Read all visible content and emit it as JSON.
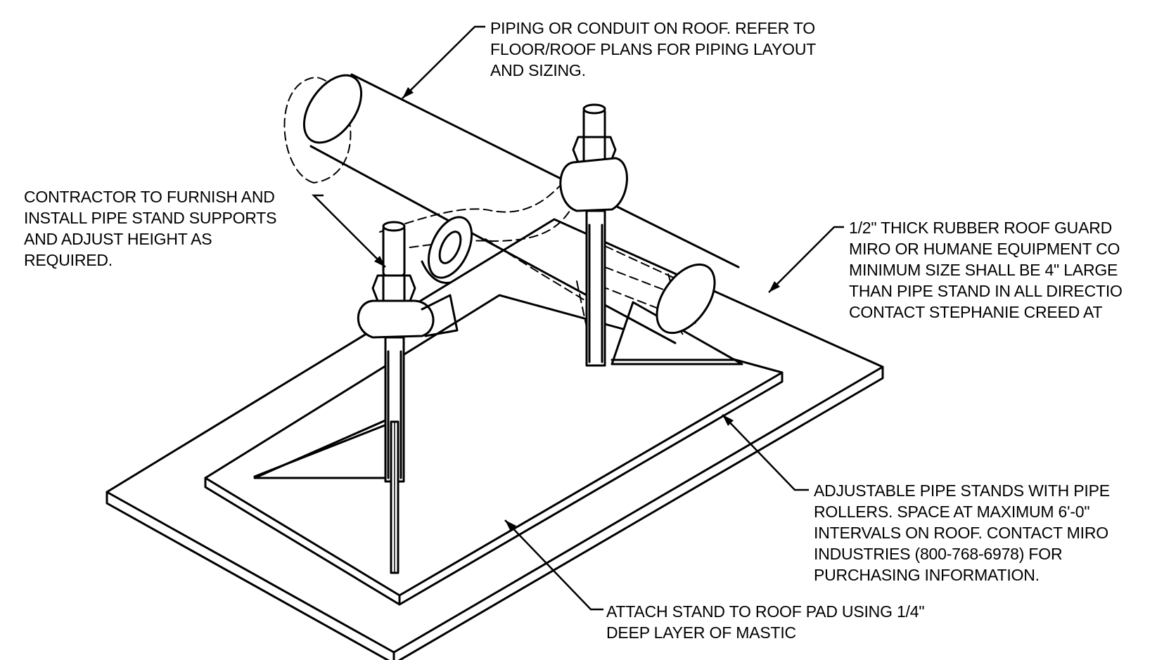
{
  "notes": {
    "piping": [
      "PIPING OR CONDUIT ON ROOF. REFER TO",
      "FLOOR/ROOF PLANS FOR PIPING LAYOUT",
      "AND SIZING."
    ],
    "contractor": [
      "CONTRACTOR TO FURNISH AND",
      "INSTALL PIPE STAND SUPPORTS",
      "AND ADJUST HEIGHT AS",
      "REQUIRED."
    ],
    "roof_guard": [
      "1/2\" THICK RUBBER ROOF GUARD",
      "MIRO OR HUMANE EQUIPMENT CO",
      "MINIMUM SIZE SHALL BE 4\" LARGE",
      "THAN PIPE STAND IN ALL DIRECTIO",
      "CONTACT STEPHANIE CREED AT"
    ],
    "pipe_stands": [
      "ADJUSTABLE PIPE STANDS WITH PIPE",
      "ROLLERS. SPACE AT MAXIMUM 6'-0\"",
      "INTERVALS ON ROOF. CONTACT MIRO",
      "INDUSTRIES (800-768-6978) FOR",
      "PURCHASING INFORMATION."
    ],
    "mastic": [
      "ATTACH STAND TO ROOF PAD USING 1/4\"",
      "DEEP LAYER OF MASTIC"
    ]
  },
  "colors": {
    "line": "#000000",
    "background": "#ffffff"
  }
}
